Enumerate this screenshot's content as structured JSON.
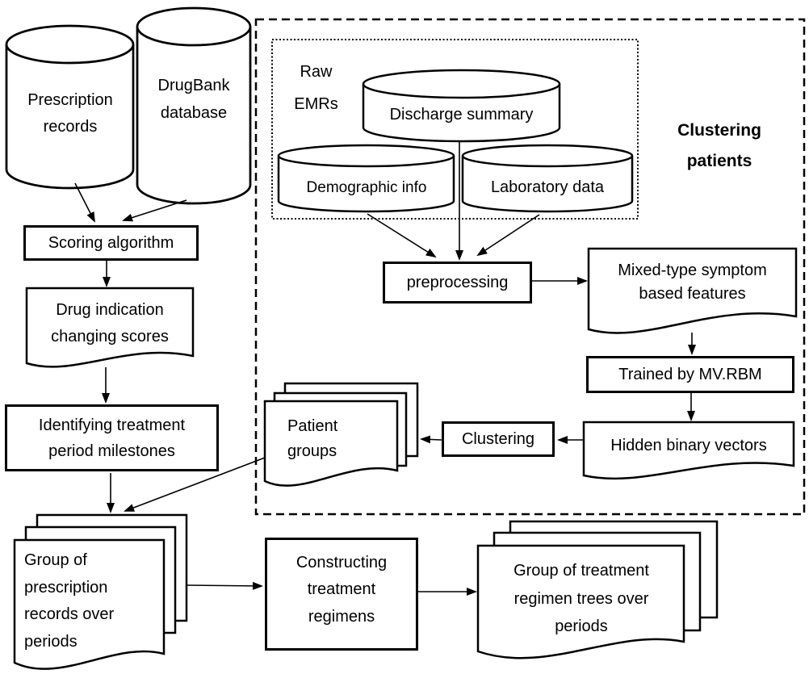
{
  "figure": {
    "kind": "flowchart",
    "background": "#ffffff",
    "stroke_color": "#000000",
    "fill_color": "#ffffff"
  },
  "nodes": {
    "prescription_records": {
      "label": "Prescription\nrecords",
      "shape": "cylinder"
    },
    "drugbank_database": {
      "label": "DrugBank\ndatabase",
      "shape": "cylinder"
    },
    "scoring_algorithm": {
      "label": "Scoring algorithm",
      "shape": "rect"
    },
    "drug_indication_scores": {
      "label": "Drug indication\nchanging scores",
      "shape": "document"
    },
    "identifying_milestones": {
      "label": "Identifying treatment\nperiod milestones",
      "shape": "rect"
    },
    "raw_emrs": {
      "label": "Raw\nEMRs",
      "shape": "group-label"
    },
    "discharge_summary": {
      "label": "Discharge summary",
      "shape": "cylinder"
    },
    "demographic_info": {
      "label": "Demographic info",
      "shape": "cylinder"
    },
    "laboratory_data": {
      "label": "Laboratory data",
      "shape": "cylinder"
    },
    "clustering_patients": {
      "label": "Clustering\npatients",
      "shape": "group-label"
    },
    "preprocessing": {
      "label": "preprocessing",
      "shape": "rect"
    },
    "mixed_type_features": {
      "label": "Mixed-type symptom\nbased features",
      "shape": "document"
    },
    "trained_by_mvrbm": {
      "label": "Trained by MV.RBM",
      "shape": "rect"
    },
    "hidden_binary_vectors": {
      "label": "Hidden binary vectors",
      "shape": "document"
    },
    "clustering": {
      "label": "Clustering",
      "shape": "rect"
    },
    "patient_groups": {
      "label": "Patient\ngroups",
      "shape": "document-stack"
    },
    "group_prescription_records": {
      "label": "Group of\nprescription\nrecords over\nperiods",
      "shape": "document-stack"
    },
    "constructing_regimens": {
      "label": "Constructing\ntreatment\nregimens",
      "shape": "rect"
    },
    "group_regimen_trees": {
      "label": "Group of treatment\nregimen trees over\nperiods",
      "shape": "document-stack"
    }
  },
  "edges": [
    {
      "from": "prescription_records",
      "to": "scoring_algorithm"
    },
    {
      "from": "drugbank_database",
      "to": "scoring_algorithm"
    },
    {
      "from": "scoring_algorithm",
      "to": "drug_indication_scores"
    },
    {
      "from": "drug_indication_scores",
      "to": "identifying_milestones"
    },
    {
      "from": "identifying_milestones",
      "to": "group_prescription_records"
    },
    {
      "from": "discharge_summary",
      "to": "preprocessing"
    },
    {
      "from": "demographic_info",
      "to": "preprocessing"
    },
    {
      "from": "laboratory_data",
      "to": "preprocessing"
    },
    {
      "from": "preprocessing",
      "to": "mixed_type_features"
    },
    {
      "from": "mixed_type_features",
      "to": "trained_by_mvrbm"
    },
    {
      "from": "trained_by_mvrbm",
      "to": "hidden_binary_vectors"
    },
    {
      "from": "hidden_binary_vectors",
      "to": "clustering"
    },
    {
      "from": "clustering",
      "to": "patient_groups"
    },
    {
      "from": "patient_groups",
      "to": "group_prescription_records"
    },
    {
      "from": "group_prescription_records",
      "to": "constructing_regimens"
    },
    {
      "from": "constructing_regimens",
      "to": "group_regimen_trees"
    }
  ]
}
